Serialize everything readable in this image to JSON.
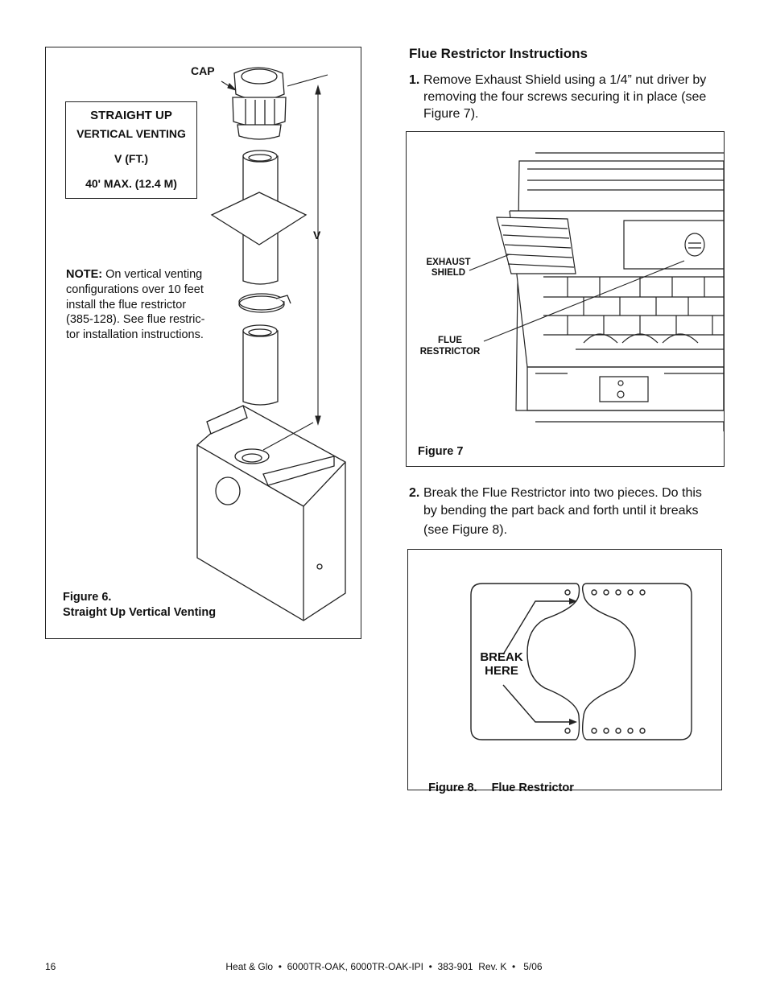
{
  "figure6": {
    "cap_label": "CAP",
    "v_label": "V",
    "spec_box": {
      "line1": "STRAIGHT UP",
      "line2": "VERTICAL VENTING",
      "line3": "V (FT.)",
      "line4": "40' MAX. (12.4 M)"
    },
    "note_label": "NOTE:",
    "note_lines": [
      " On vertical venting",
      "configurations over 10 feet",
      "install the flue restrictor",
      "(385-128). See flue restric-",
      "tor installation instructions."
    ],
    "caption_line1": "Figure 6.",
    "caption_line2": "Straight Up Vertical Venting"
  },
  "instructions": {
    "heading": "Flue Restrictor Instructions",
    "step1_num": "1.",
    "step1_lines": [
      "Remove Exhaust Shield using a 1/4” nut driver by",
      "removing the four screws securing it in place (see",
      "Figure 7)."
    ],
    "step2_num": "2.",
    "step2_lines": [
      "Break the Flue Restrictor into two pieces. Do this",
      "by bending the part back and forth until it breaks",
      "(see Figure 8)."
    ]
  },
  "figure7": {
    "label_exhaust_1": "EXHAUST",
    "label_exhaust_2": "SHIELD",
    "label_flue_1": "FLUE",
    "label_flue_2": "RESTRICTOR",
    "caption": "Figure 7"
  },
  "figure8": {
    "break_1": "BREAK",
    "break_2": "HERE",
    "caption_num": "Figure 8.",
    "caption_title": "Flue Restrictor"
  },
  "footer": {
    "page_number": "16",
    "doc_info": "Heat & Glo  •  6000TR-OAK, 6000TR-OAK-IPI  •  383-901  Rev. K  •   5/06"
  }
}
